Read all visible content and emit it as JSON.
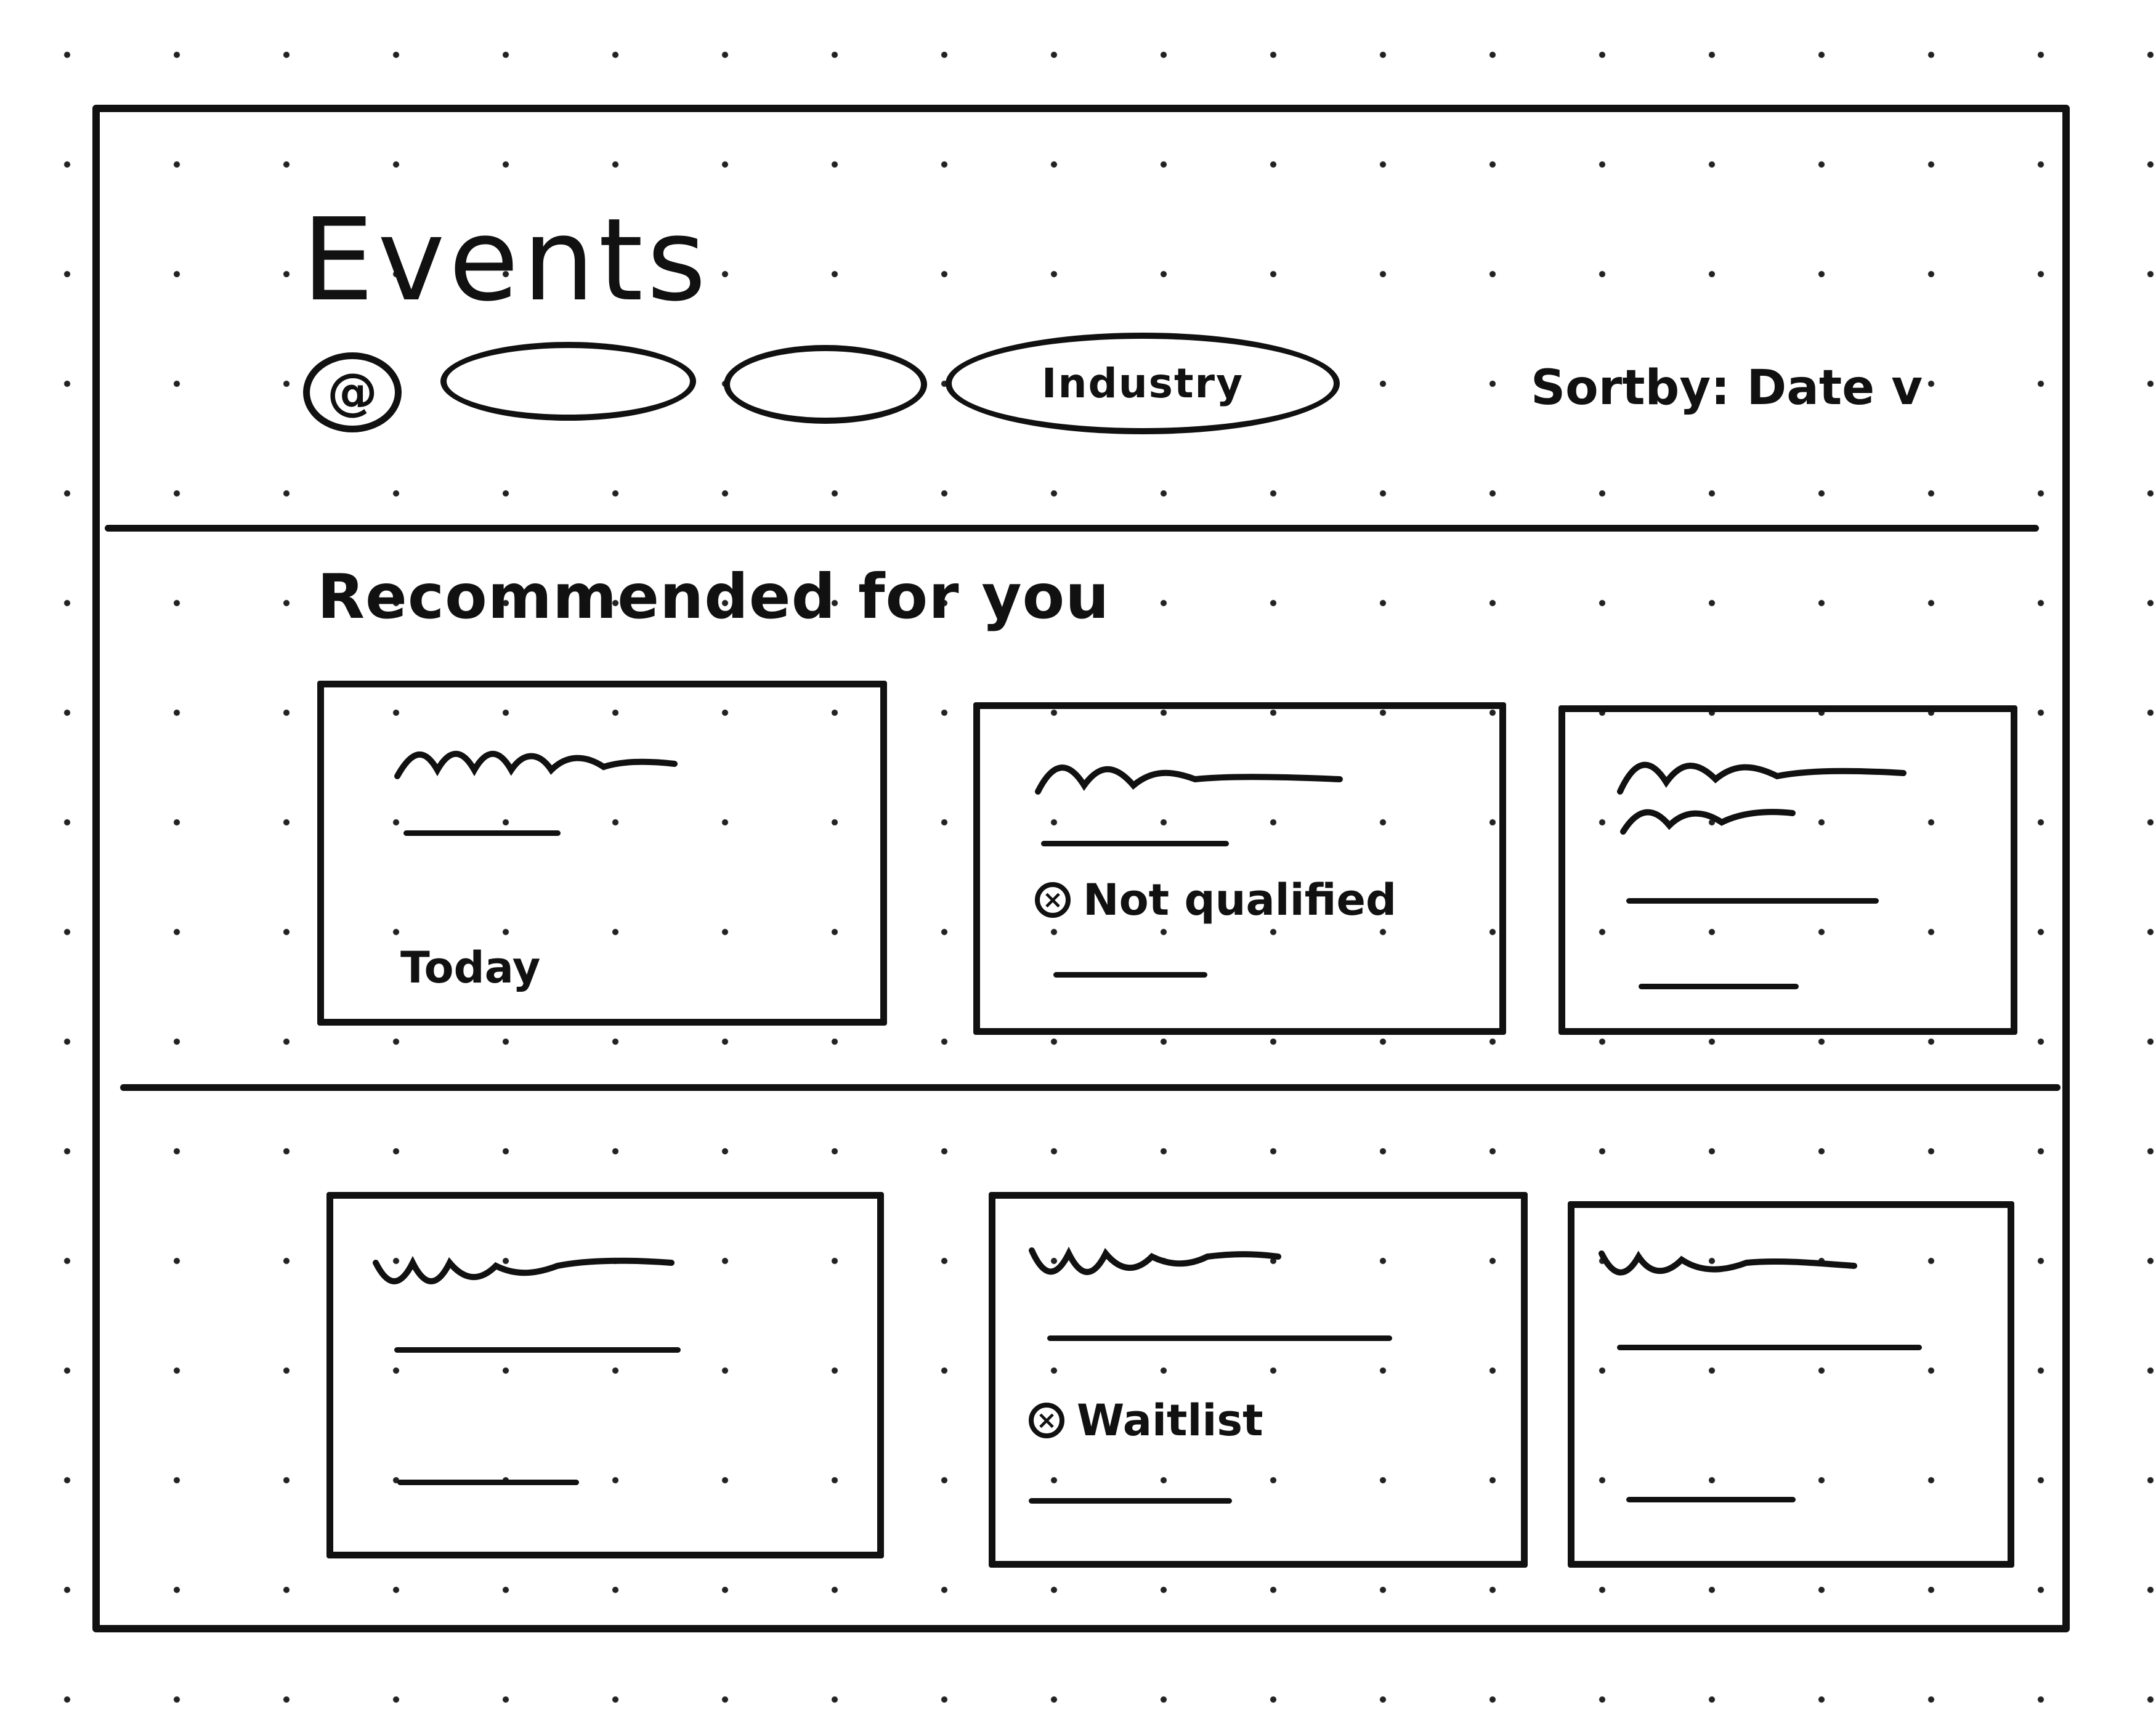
{
  "header": {
    "title": "Events",
    "search_icon_glyph": "@",
    "filters": [
      {
        "label": ""
      },
      {
        "label": ""
      },
      {
        "label": "Industry"
      }
    ],
    "sort_label": "Sortby: Date",
    "sort_chevron": "v"
  },
  "recommended": {
    "title": "Recommended for you",
    "cards": [
      {
        "tag": "Today"
      },
      {
        "tag": "Not qualified",
        "tag_icon": "x-circle-icon"
      },
      {
        "tag": ""
      }
    ]
  },
  "more_events": {
    "cards": [
      {
        "tag": ""
      },
      {
        "tag": "Waitlist",
        "tag_icon": "x-circle-icon"
      },
      {
        "tag": ""
      }
    ]
  }
}
